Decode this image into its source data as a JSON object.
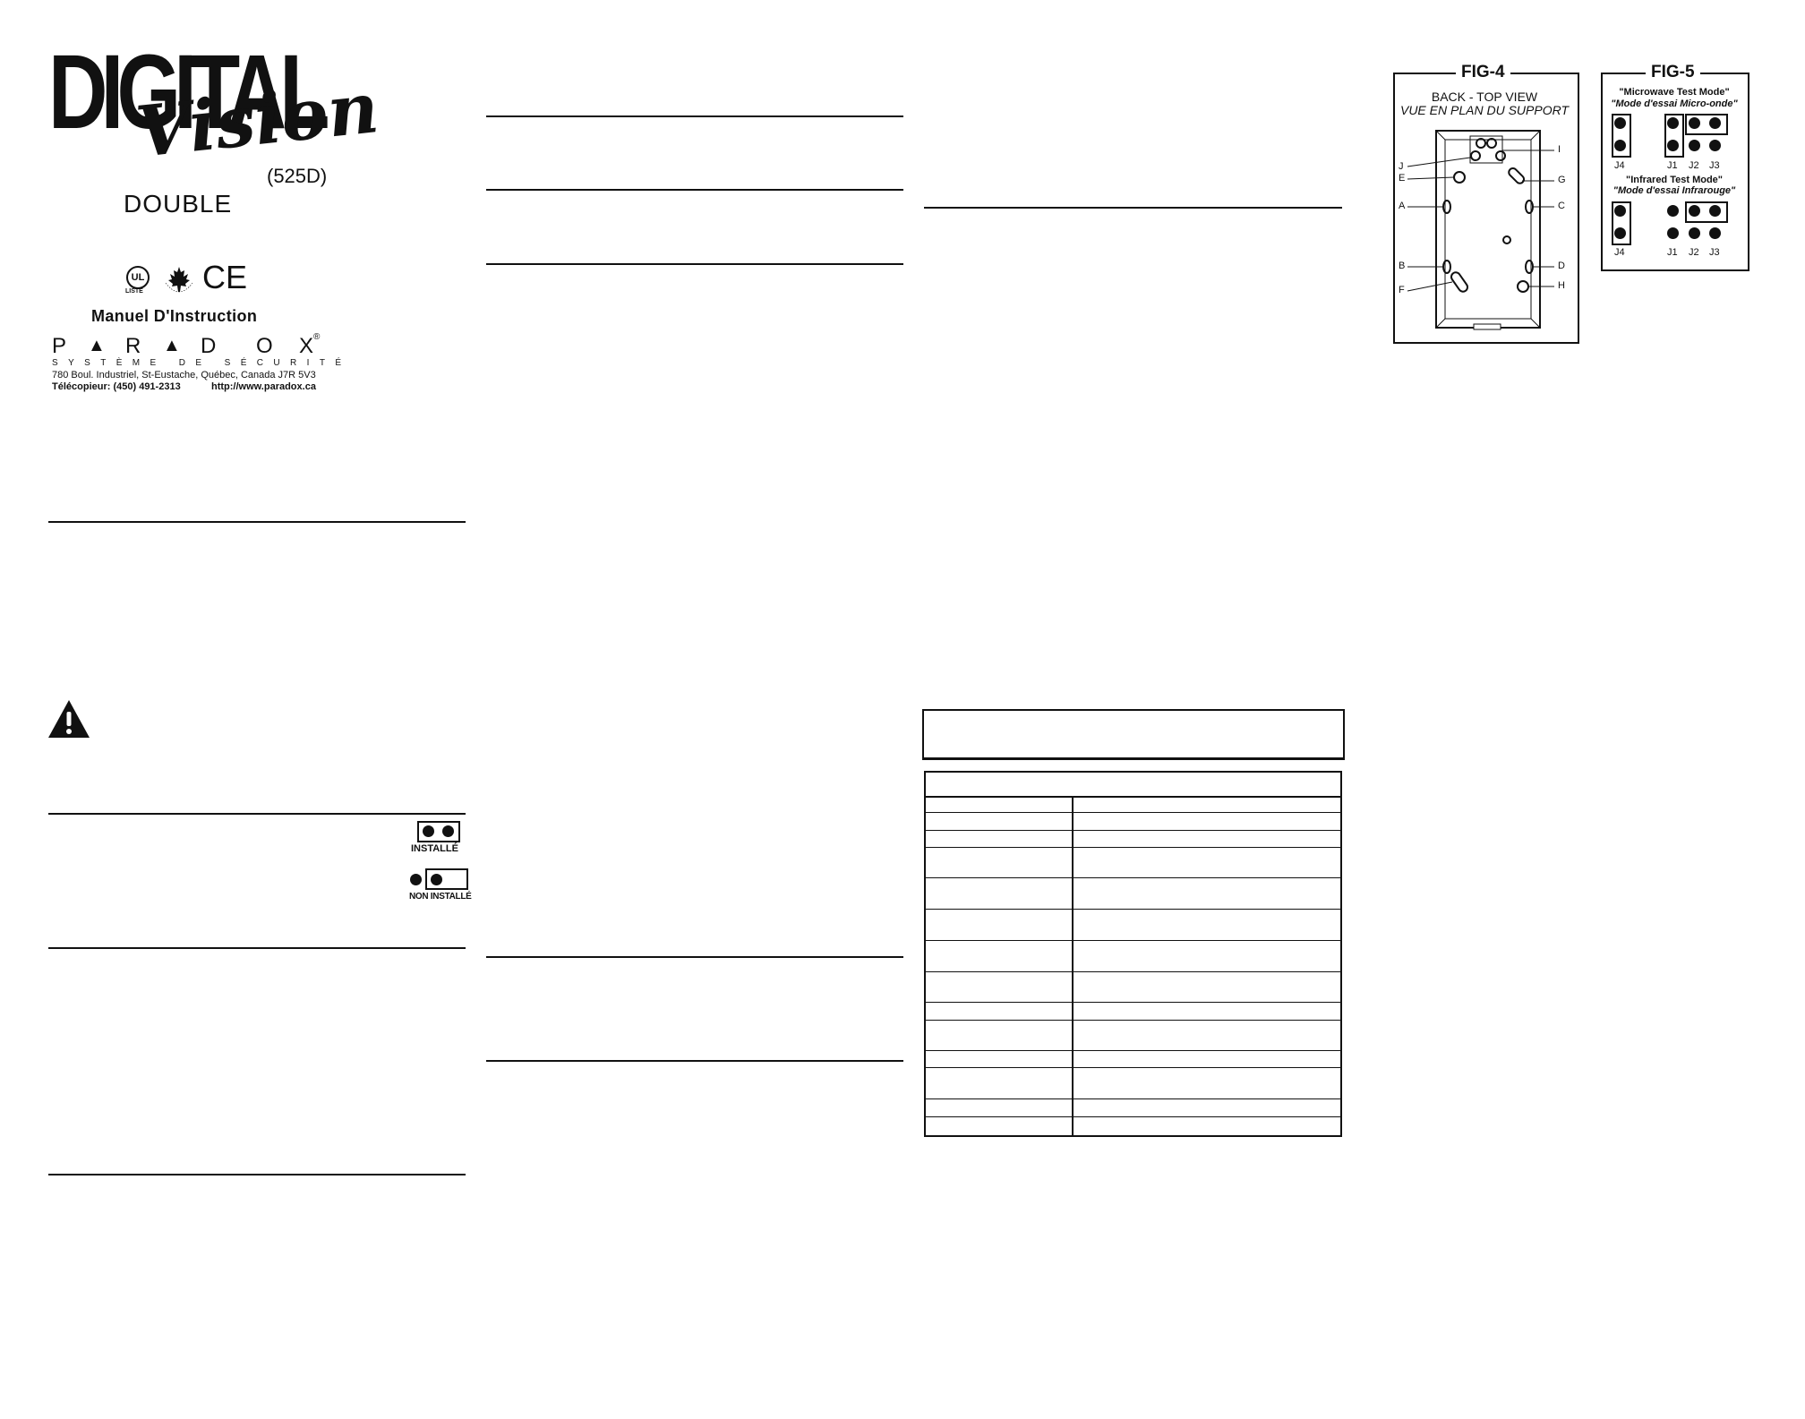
{
  "brand": {
    "logo_word_1": "DIGITAL",
    "logo_word_2": "Vision",
    "model": "(525D)",
    "variant": "DOUBLE"
  },
  "certifications": {
    "ul_mark": "UL",
    "ul_sub": "LISTÉ",
    "ce_mark": "CE",
    "canada_mark": "CANADA"
  },
  "manual_title": "Manuel D'Instruction",
  "company": {
    "name_letters": [
      "P",
      "▲",
      "R",
      "▲",
      "D",
      "O",
      "X"
    ],
    "registered": "®",
    "tagline": "SYSTÈME DE SÉCURITÉ",
    "address": "780 Boul. Industriel, St-Eustache, Québec, Canada J7R 5V3",
    "fax": "Télécopieur: (450) 491-2313",
    "website": "http://www.paradox.ca"
  },
  "jumper_legend": {
    "installed": "INSTALLÉ",
    "not_installed": "NON INSTALLÉ"
  },
  "fig4": {
    "title": "FIG-4",
    "subtitle_en": "BACK - TOP VIEW",
    "subtitle_fr": "VUE EN PLAN DU SUPPORT",
    "labels_left": [
      "J",
      "E",
      "A",
      "B",
      "F"
    ],
    "labels_right": [
      "I",
      "G",
      "C",
      "D",
      "H"
    ]
  },
  "fig5": {
    "title": "FIG-5",
    "mode1_en": "\"Microwave Test Mode\"",
    "mode1_fr": "\"Mode d'essai Micro-onde\"",
    "mode2_en": "\"Infrared Test Mode\"",
    "mode2_fr": "\"Mode d'essai Infrarouge\"",
    "jumpers": [
      "J4",
      "J1",
      "J2",
      "J3"
    ]
  }
}
